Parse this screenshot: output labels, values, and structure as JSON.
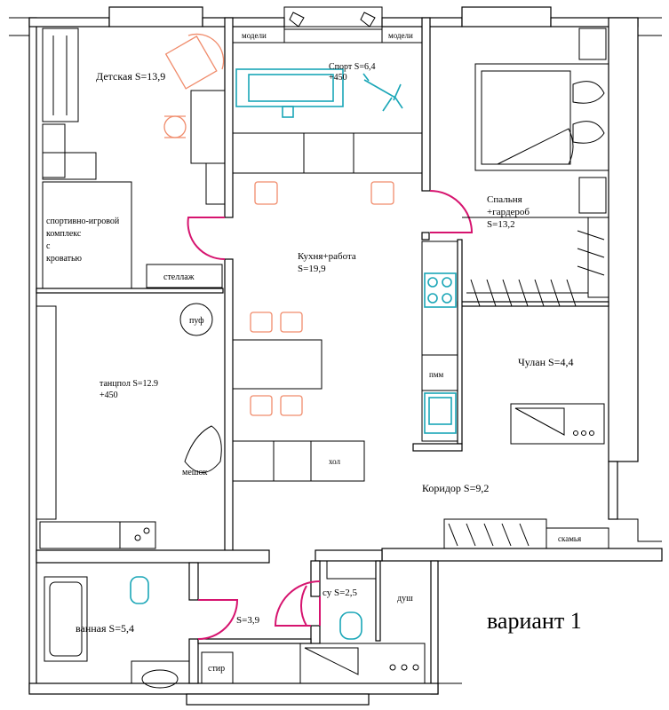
{
  "rooms": {
    "kids": "Детская S=13,9",
    "kids_complex_1": "спортивно-игровой",
    "kids_complex_2": "комплекс",
    "kids_complex_3": "с",
    "kids_complex_4": "кроватью",
    "shelf": "стеллаж",
    "sport_1": "Спорт S=6,4",
    "sport_2": "+450",
    "models_left": "модели",
    "models_right": "модели",
    "bedroom_1": "Спальня",
    "bedroom_2": "+гардероб",
    "bedroom_3": "S=13,2",
    "kitchen_1": "Кухня+работа",
    "kitchen_2": "S=19,9",
    "pouf": "пуф",
    "dance_1": "танцпол S=12.9",
    "dance_2": "+450",
    "beanbag": "мешок",
    "dishwasher": "пмм",
    "fridge": "хол",
    "closet": "Чулан S=4,4",
    "corridor": "Коридор  S=9,2",
    "bench": "скамья",
    "bath": "ванная S=5,4",
    "laundry_area": "S=3,9",
    "washer": "стир",
    "wc": "су S=2,5",
    "shower": "душ"
  },
  "variant_title": "вариант 1",
  "colors": {
    "doors": "#d6146f",
    "plumbing": "#1aa6b7",
    "chairs": "#f08c6c"
  }
}
